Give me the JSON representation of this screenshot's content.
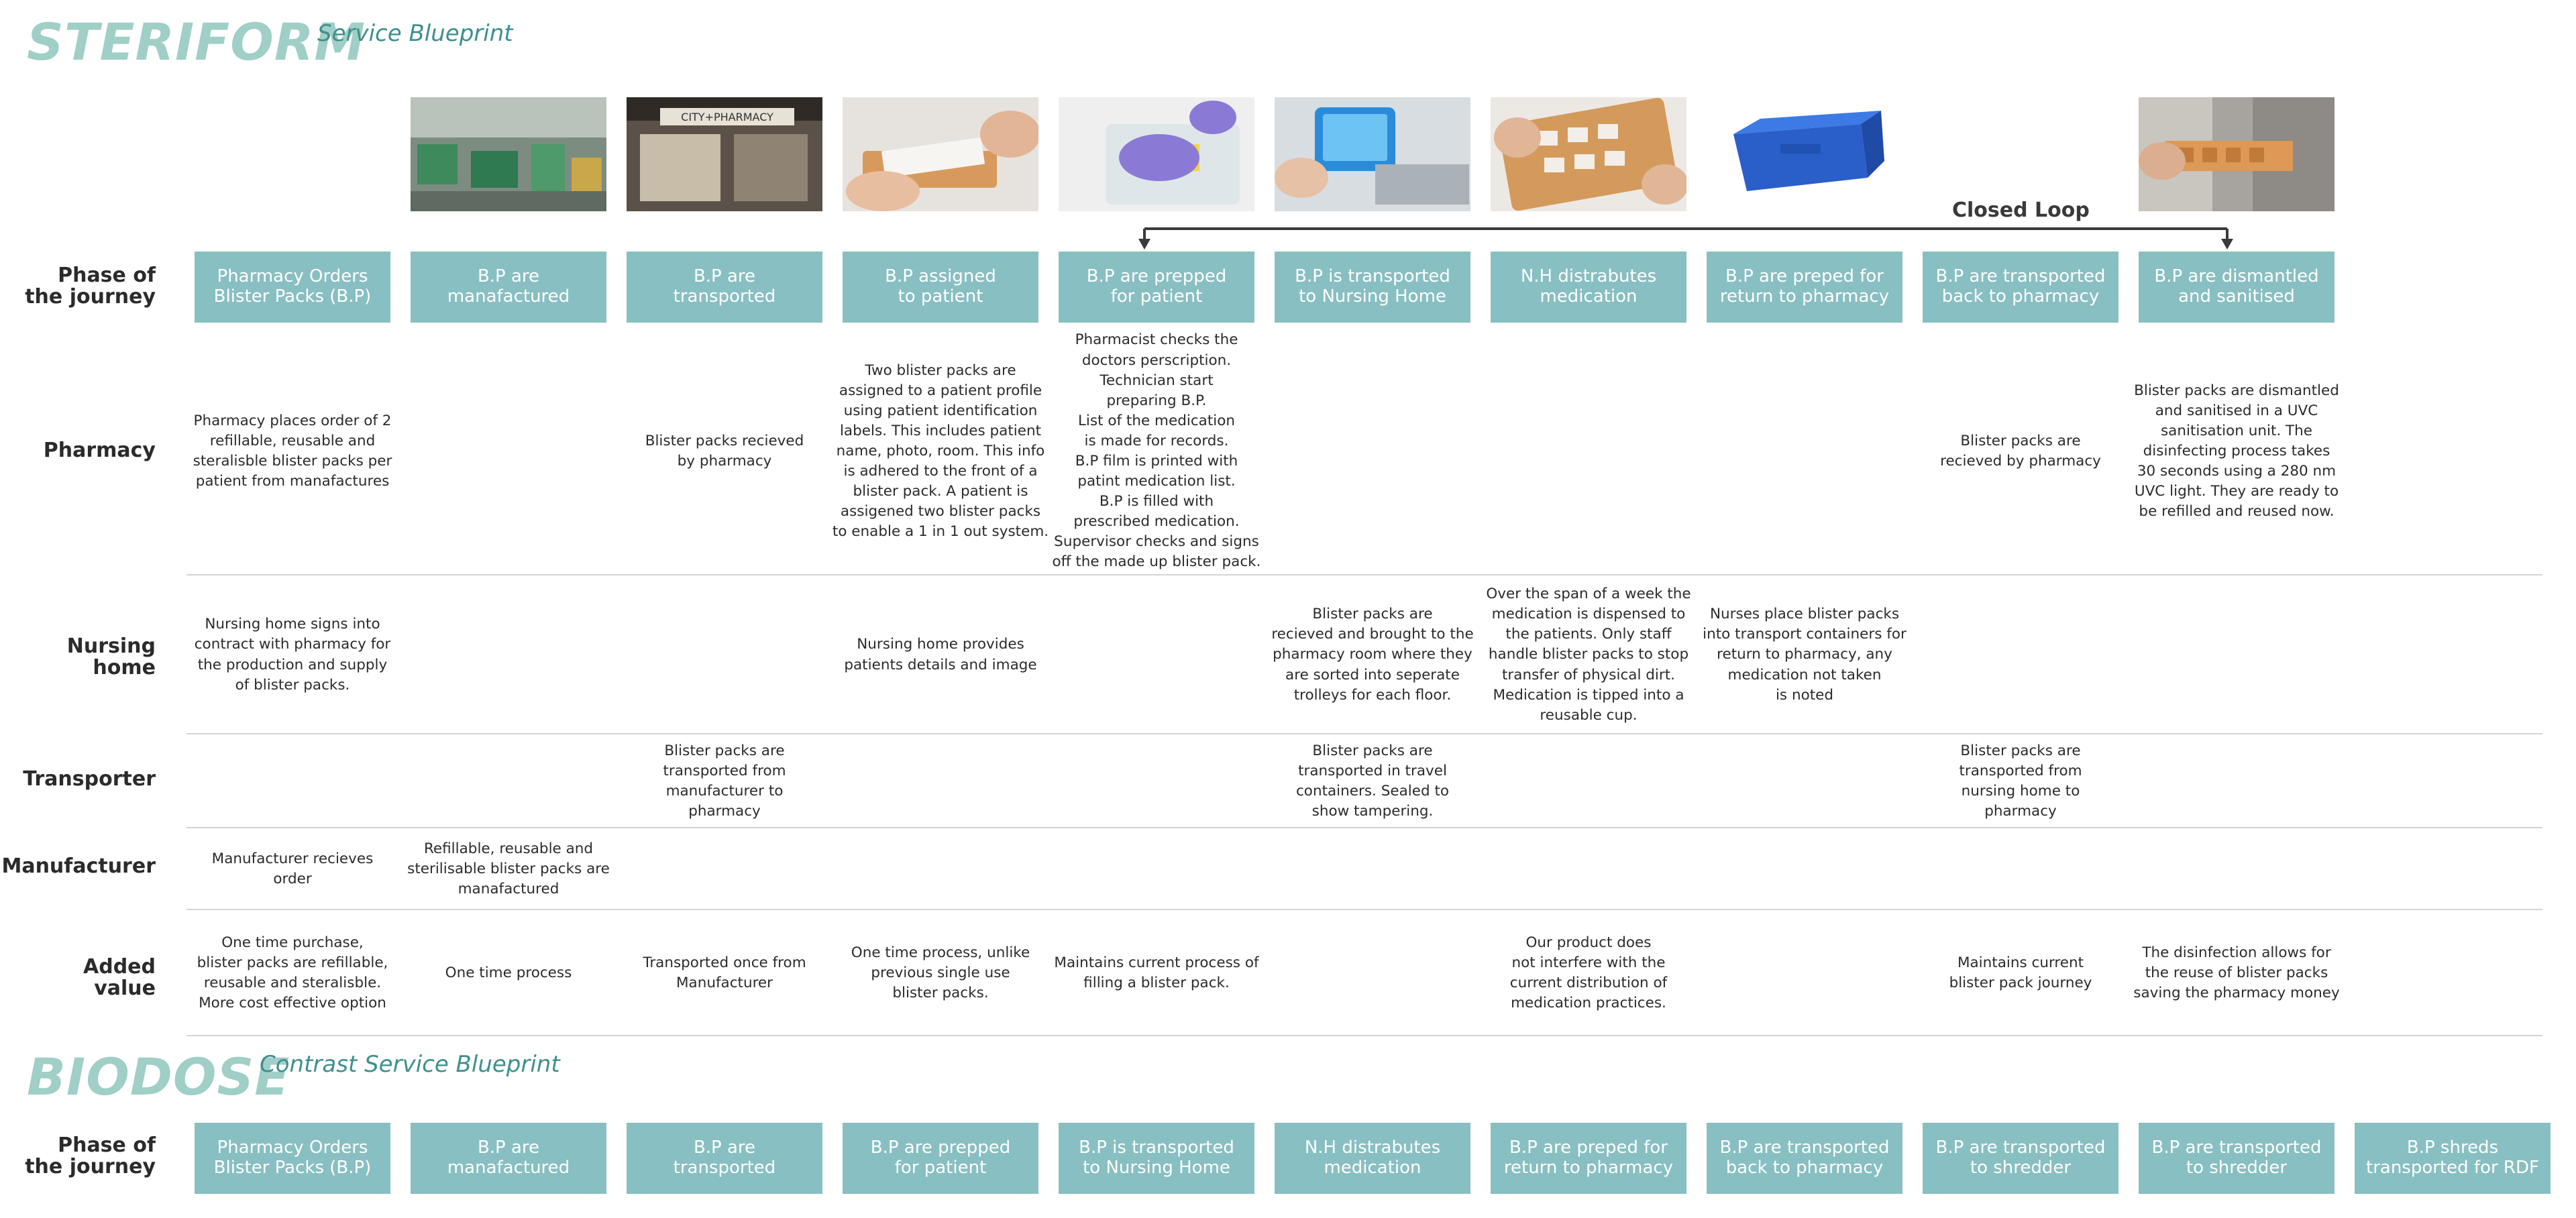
{
  "steriform": {
    "title": "STERIFORM",
    "subtitle": "Service Blueprint"
  },
  "biodose": {
    "title": "BIODOSE",
    "subtitle": "Contrast Service Blueprint"
  },
  "closed_loop": "Closed Loop",
  "row_labels": {
    "phase": [
      "Phase of",
      "the journey"
    ],
    "pharmacy": [
      "Pharmacy"
    ],
    "nursing": [
      "Nursing",
      "home"
    ],
    "transporter": [
      "Transporter"
    ],
    "manufacturer": [
      "Manufacturer"
    ],
    "added": [
      "Added",
      "value"
    ]
  },
  "photos": [
    {
      "name": "factory-production-line-photo"
    },
    {
      "name": "city-pharmacy-storefront-photo"
    },
    {
      "name": "label-applied-to-blister-pack-photo"
    },
    {
      "name": "gloved-hands-preparing-blister-pack-photo"
    },
    {
      "name": "tablet-device-on-trolley-photo"
    },
    {
      "name": "medication-tipped-into-cup-photo"
    },
    {
      "name": "blue-transport-container-photo"
    },
    {
      "name": "uvc-sanitisation-unit-photo"
    }
  ],
  "steriform_phases": [
    [
      "Pharmacy Orders",
      "Blister Packs (B.P)"
    ],
    [
      "B.P are",
      "manafactured"
    ],
    [
      "B.P are",
      "transported"
    ],
    [
      "B.P assigned",
      "to patient"
    ],
    [
      "B.P are prepped",
      "for patient"
    ],
    [
      "B.P is transported",
      "to Nursing Home"
    ],
    [
      "N.H distrabutes",
      "medication"
    ],
    [
      "B.P are preped for",
      "return to pharmacy"
    ],
    [
      "B.P are transported",
      "back to pharmacy"
    ],
    [
      "B.P are dismantled",
      "and sanitised"
    ]
  ],
  "pharmacy_cells": [
    [
      "Pharmacy places order of 2",
      "refillable, reusable and",
      "steralisble blister packs per",
      "patient from manafactures"
    ],
    null,
    [
      "Blister packs recieved",
      "by pharmacy"
    ],
    [
      "Two blister packs are",
      "assigned to a patient profile",
      "using patient identification",
      "labels. This includes patient",
      "name, photo, room. This info",
      "is adhered to the front of a",
      "blister pack.  A patient is",
      "assigened two blister packs",
      "to enable a 1 in 1 out system."
    ],
    [
      "Pharmacist checks the",
      "doctors perscription.",
      "Technician start",
      "preparing B.P.",
      "List of the medication",
      "is made for records.",
      "B.P film is printed with",
      "patint medication list.",
      "B.P is filled with",
      "prescribed medication.",
      "Supervisor checks and signs",
      "off the made up blister pack."
    ],
    null,
    null,
    null,
    [
      "Blister packs are",
      "recieved by pharmacy"
    ],
    [
      "Blister packs are dismantled",
      "and sanitised in a UVC",
      "sanitisation unit. The",
      "disinfecting process takes",
      "30 seconds using a 280 nm",
      "UVC light. They are ready to",
      "be refilled and reused now."
    ]
  ],
  "nursing_cells": [
    [
      "Nursing home signs into",
      "contract with pharmacy for",
      "the production and supply",
      "of  blister packs."
    ],
    null,
    null,
    [
      "Nursing home provides",
      "patients details and image"
    ],
    null,
    [
      "Blister packs are",
      "recieved and brought to the",
      "pharmacy room where they",
      "are sorted into seperate",
      "trolleys for each floor."
    ],
    [
      "Over the span of a week the",
      "medication is dispensed to",
      "the patients. Only staff",
      "handle blister packs to stop",
      "transfer of physical dirt.",
      "Medication is tipped into a",
      "reusable cup."
    ],
    [
      "Nurses place blister packs",
      "into transport containers for",
      "return to pharmacy, any",
      "medication not taken",
      "is noted"
    ],
    null,
    null
  ],
  "transporter_cells": [
    null,
    null,
    [
      "Blister packs are",
      "transported from",
      "manufacturer to",
      "pharmacy"
    ],
    null,
    null,
    [
      "Blister packs are",
      "transported in travel",
      "containers. Sealed to",
      "show tampering."
    ],
    null,
    null,
    [
      "Blister packs are",
      "transported from",
      "nursing home to",
      "pharmacy"
    ],
    null
  ],
  "manufacturer_cells": [
    [
      "Manufacturer recieves",
      "order"
    ],
    [
      "Refillable, reusable and",
      "sterilisable blister packs are",
      "manafactured"
    ],
    null,
    null,
    null,
    null,
    null,
    null,
    null,
    null
  ],
  "added_cells": [
    [
      "One time purchase,",
      "blister packs are refillable,",
      "reusable and steralisble.",
      "More cost effective option"
    ],
    [
      "One time process"
    ],
    [
      "Transported once from",
      "Manufacturer"
    ],
    [
      "One time process, unlike",
      "previous single use",
      "blister packs."
    ],
    [
      "Maintains current process of",
      "filling a blister pack."
    ],
    null,
    [
      "Our product does",
      "not interfere with the",
      "current distribution of",
      "medication practices."
    ],
    null,
    [
      "Maintains current",
      "blister pack journey"
    ],
    [
      "The disinfection allows for",
      "the reuse of blister packs",
      "saving the pharmacy money"
    ]
  ],
  "biodose_phases": [
    [
      "Pharmacy Orders",
      "Blister Packs (B.P)"
    ],
    [
      "B.P are",
      "manafactured"
    ],
    [
      "B.P are",
      "transported"
    ],
    [
      "B.P are prepped",
      "for patient"
    ],
    [
      "B.P is transported",
      "to Nursing Home"
    ],
    [
      "N.H distrabutes",
      "medication"
    ],
    [
      "B.P are preped for",
      "return to pharmacy"
    ],
    [
      "B.P are transported",
      "back to pharmacy"
    ],
    [
      "B.P are transported",
      "to shredder"
    ],
    [
      "B.P are transported",
      "to shredder"
    ],
    [
      "B.P shreds",
      "transported for RDF"
    ]
  ]
}
